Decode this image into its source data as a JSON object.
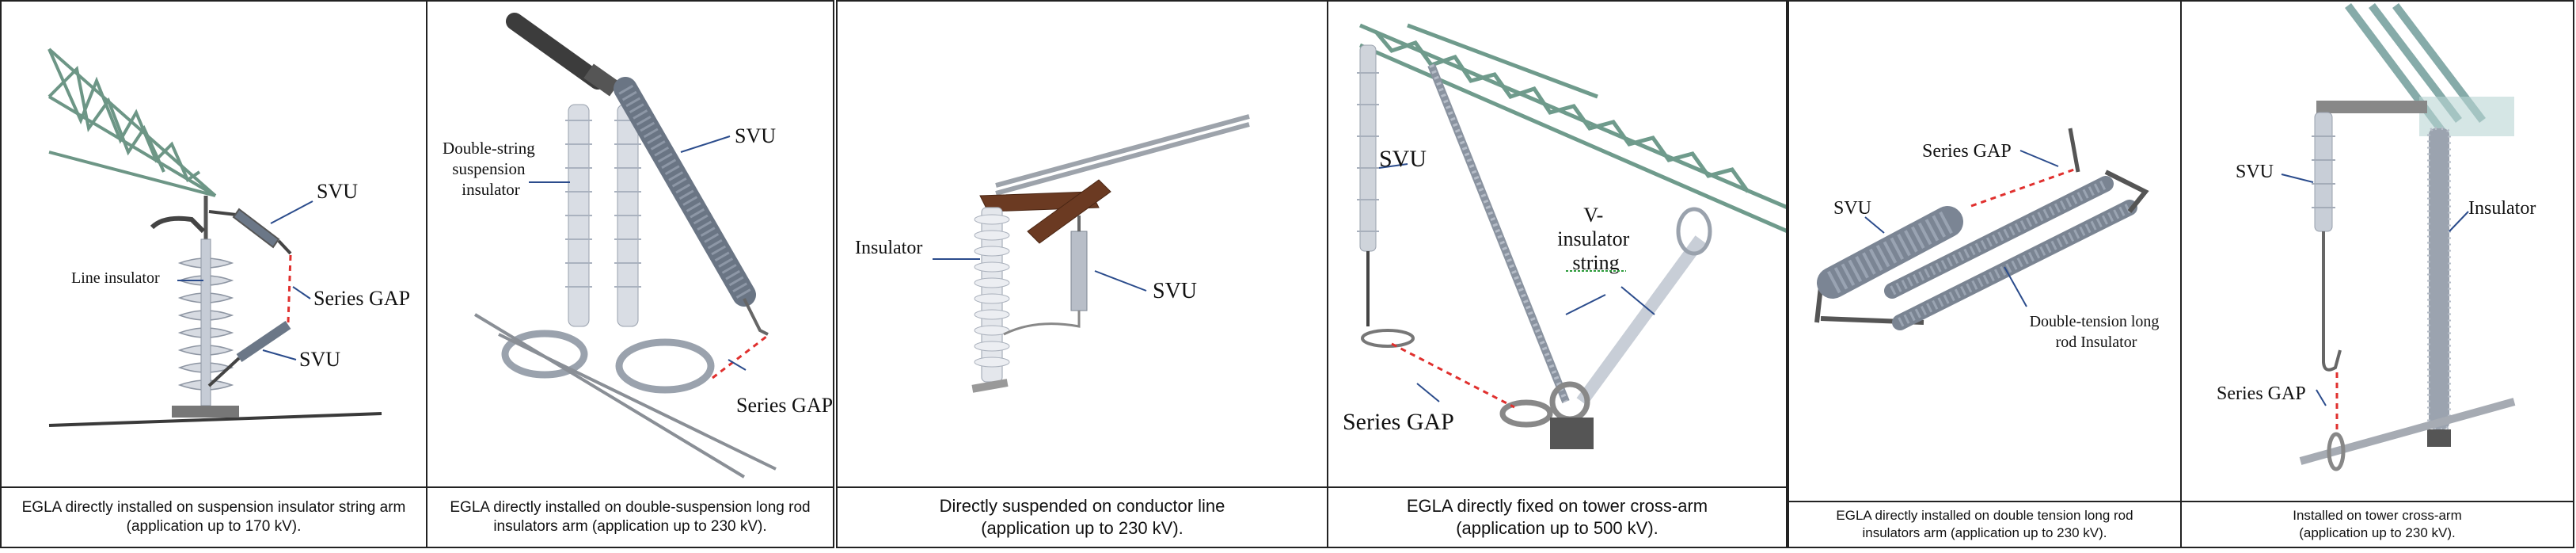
{
  "panels": [
    {
      "labels": {
        "svu_top": "SVU",
        "line_insulator": "Line insulator",
        "series_gap": "Series GAP",
        "svu_bottom": "SVU"
      },
      "caption": [
        "EGLA directly installed on suspension insulator string arm",
        "(application up to 170 kV)."
      ]
    },
    {
      "labels": {
        "double_string_1": "Double-string",
        "double_string_2": "suspension",
        "double_string_3": "insulator",
        "svu": "SVU",
        "series_gap": "Series GAP"
      },
      "caption": [
        "EGLA directly installed on double-suspension long rod",
        "insulators arm (application up to 230 kV)."
      ]
    },
    {
      "labels": {
        "insulator": "Insulator",
        "svu": "SVU"
      },
      "caption": [
        "Directly suspended on conductor line",
        "(application up to 230 kV)."
      ]
    },
    {
      "labels": {
        "svu": "SVU",
        "v_string_1": "V-",
        "v_string_2": "insulator",
        "v_string_3": "string",
        "series_gap": "Series GAP"
      },
      "caption": [
        "EGLA directly fixed on tower cross-arm",
        "(application up to 500 kV)."
      ]
    },
    {
      "labels": {
        "series_gap": "Series GAP",
        "svu": "SVU",
        "double_tension_1": "Double-tension long",
        "double_tension_2": "rod Insulator"
      },
      "caption": [
        "EGLA directly installed on double tension long rod",
        "insulators arm (application up to 230 kV)."
      ]
    },
    {
      "labels": {
        "svu": "SVU",
        "insulator": "Insulator",
        "series_gap": "Series GAP"
      },
      "caption": [
        "Installed on tower cross-arm",
        "(application up to 230 kV)."
      ]
    }
  ]
}
